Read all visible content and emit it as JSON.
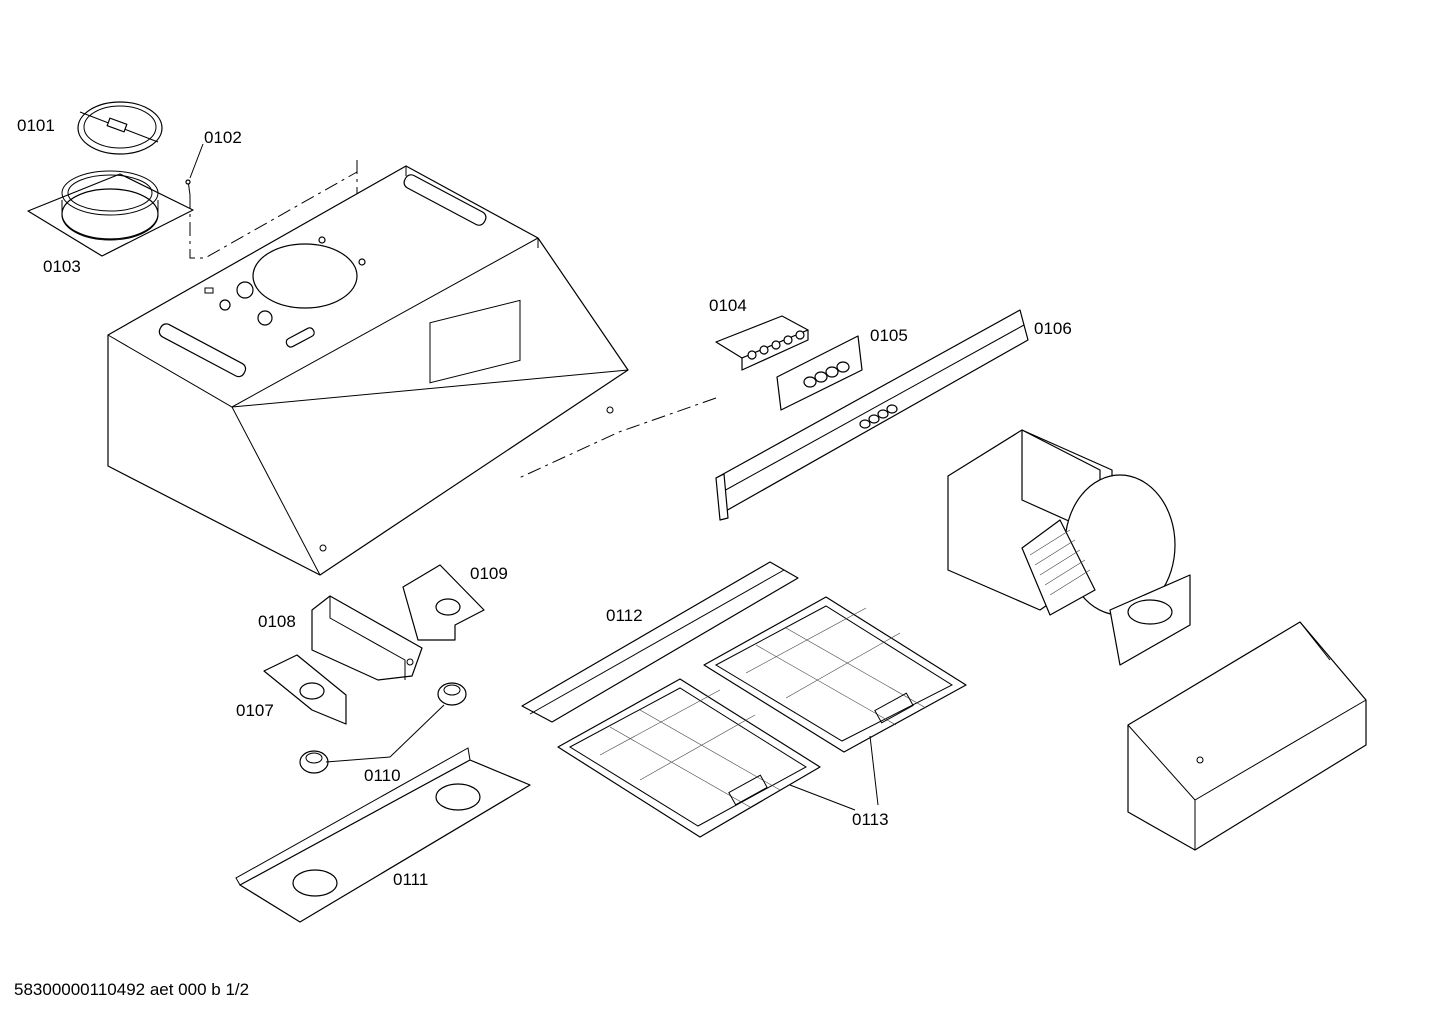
{
  "part_labels": {
    "p0101": "0101",
    "p0102": "0102",
    "p0103": "0103",
    "p0104": "0104",
    "p0105": "0105",
    "p0106": "0106",
    "p0107": "0107",
    "p0108": "0108",
    "p0109": "0109",
    "p0110": "0110",
    "p0111": "0111",
    "p0112": "0112",
    "p0113": "0113"
  },
  "footer": {
    "drawing_id": "58300000110492 aet 000 b 1/2"
  }
}
